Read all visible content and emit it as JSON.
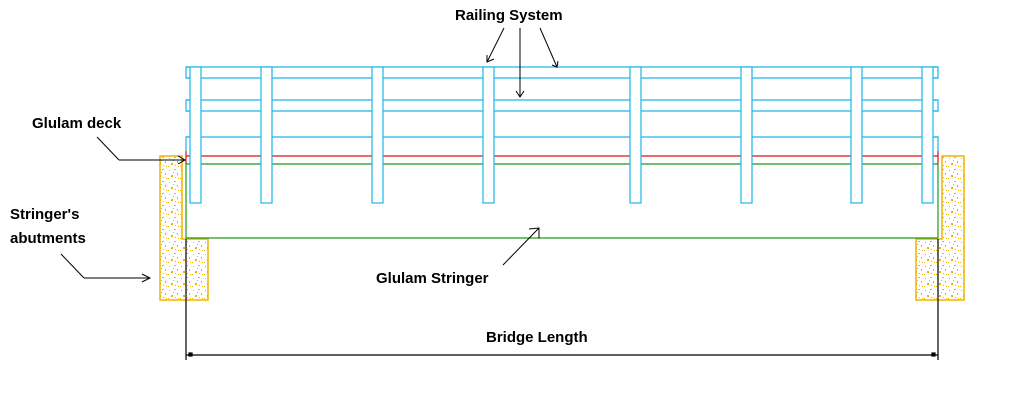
{
  "diagram": {
    "title": "Bridge side elevation",
    "labels": {
      "railing_system": "Railing System",
      "glulam_deck": "Glulam deck",
      "abutments_line1": "Stringer's",
      "abutments_line2": "abutments",
      "glulam_stringer": "Glulam Stringer",
      "bridge_length": "Bridge Length"
    },
    "components": [
      {
        "id": "railing",
        "name": "Railing System",
        "color": "#1ab8e8",
        "post_count": 8,
        "rail_count": 5
      },
      {
        "id": "deck",
        "name": "Glulam deck",
        "color": "#e01010"
      },
      {
        "id": "stringer",
        "name": "Glulam Stringer",
        "color": "#1a9a1a"
      },
      {
        "id": "abutments",
        "name": "Stringer's abutments",
        "color": "#f0b400",
        "count": 2
      },
      {
        "id": "dimension",
        "name": "Bridge Length",
        "color": "#000000"
      }
    ]
  }
}
